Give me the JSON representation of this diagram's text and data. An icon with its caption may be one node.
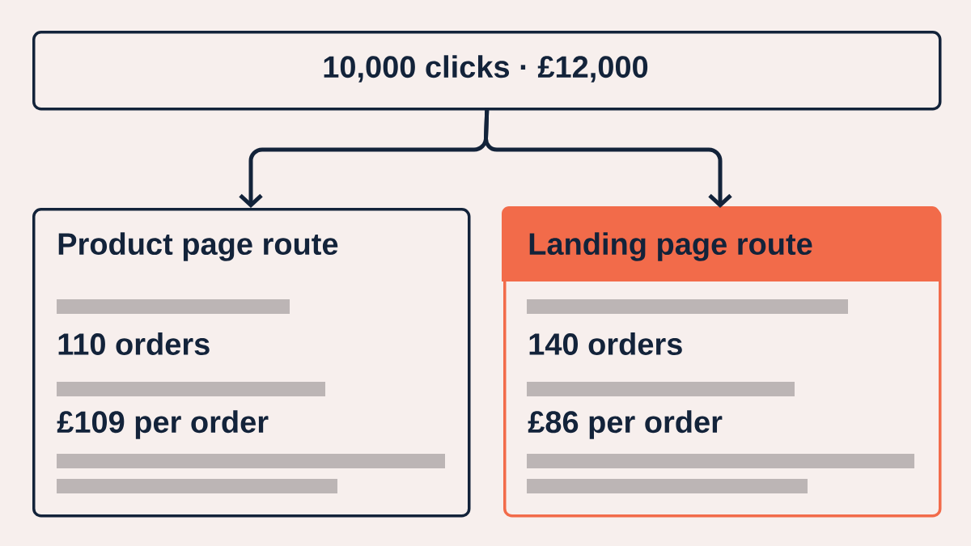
{
  "diagram": {
    "nodes": [
      {
        "text": [
          "10,000 clicks · £12,000"
        ]
      },
      {
        "text": [
          "Product page route",
          "110 orders",
          "£109 per order"
        ]
      },
      {
        "text": [
          "Landing page route",
          "140 orders",
          "£86 per order"
        ]
      }
    ],
    "edges": [
      {
        "from": 0,
        "to": 1,
        "arrow": "to"
      },
      {
        "from": 0,
        "to": 2,
        "arrow": "to",
        "color": "#13233a"
      }
    ]
  }
}
